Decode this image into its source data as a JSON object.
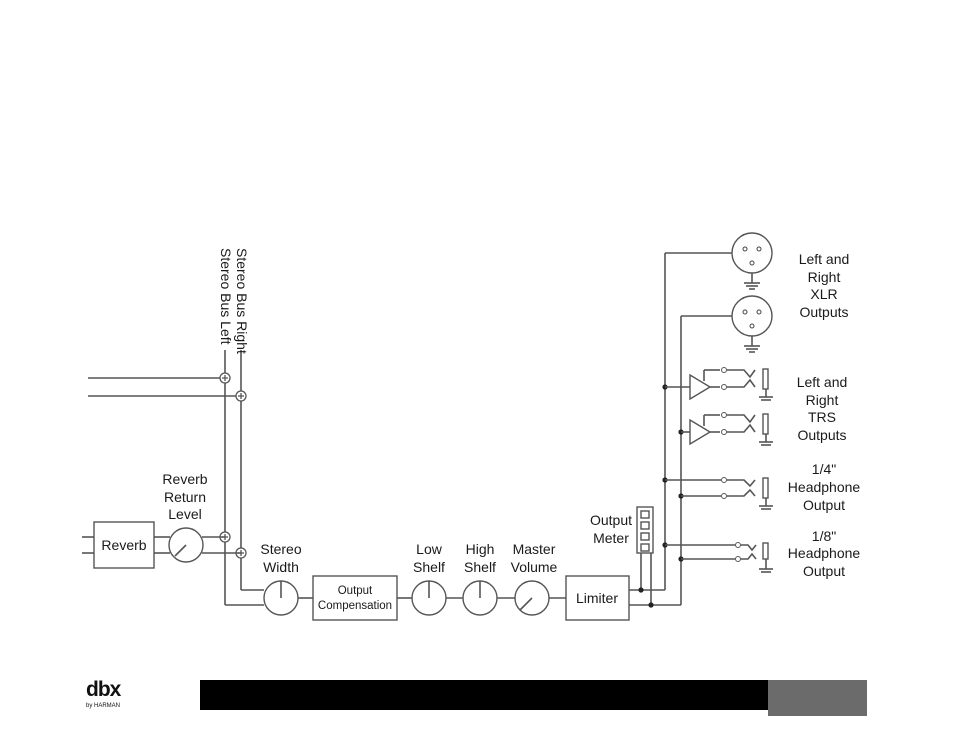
{
  "diagram": {
    "bus_right_label": "Stereo Bus Right",
    "bus_left_label": "Stereo Bus Left",
    "reverb_label": "Reverb",
    "reverb_return_level": [
      "Reverb",
      "Return",
      "Level"
    ],
    "stereo_width": [
      "Stereo",
      "Width"
    ],
    "output_compensation": [
      "Output",
      "Compensation"
    ],
    "low_shelf": [
      "Low",
      "Shelf"
    ],
    "high_shelf": [
      "High",
      "Shelf"
    ],
    "master_volume": [
      "Master",
      "Volume"
    ],
    "limiter_label": "Limiter",
    "output_meter": [
      "Output",
      "Meter"
    ],
    "xlr_outputs": [
      "Left and",
      "Right",
      "XLR",
      "Outputs"
    ],
    "trs_outputs": [
      "Left and",
      "Right",
      "TRS",
      "Outputs"
    ],
    "headphone_quarter": [
      "1/4\"",
      "Headphone",
      "Output"
    ],
    "headphone_eighth": [
      "1/8\"",
      "Headphone",
      "Output"
    ]
  },
  "logo": {
    "brand": "dbx",
    "sub": "by HARMAN"
  }
}
